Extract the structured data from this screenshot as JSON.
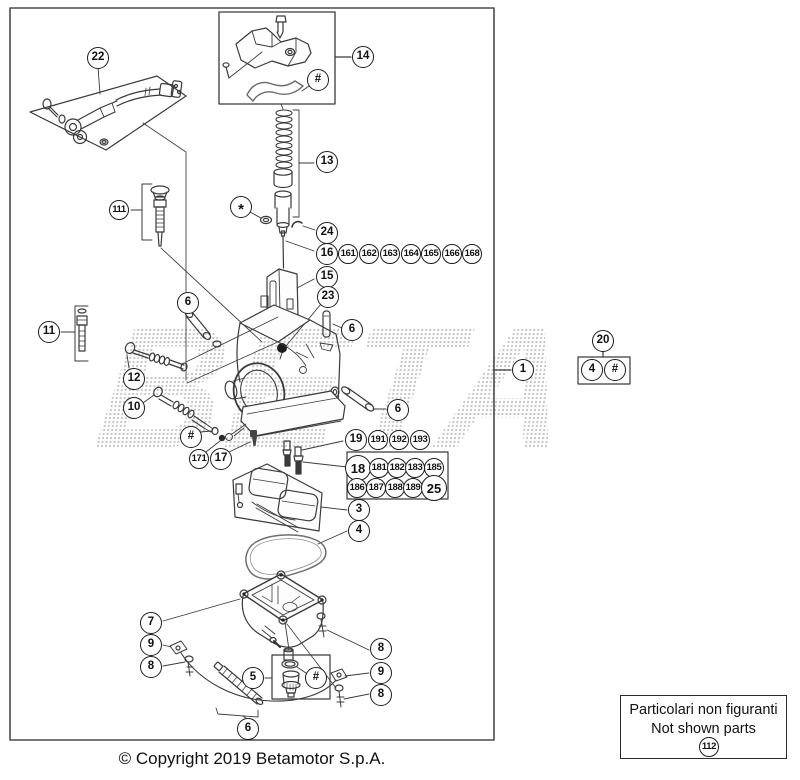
{
  "figure": {
    "watermark": "BETA",
    "copyright": "© Copyright 2019 Betamotor S.p.A.",
    "not_shown": {
      "title_it": "Particolari non figuranti",
      "title_en": "Not shown parts",
      "part": "112"
    }
  },
  "callouts": {
    "c22": "22",
    "c14": "14",
    "c14hash": "#",
    "c13": "13",
    "c111": "111",
    "cstar": "*",
    "c24": "24",
    "c16": "16",
    "c161": "161",
    "c162": "162",
    "c163": "163",
    "c164": "164",
    "c165": "165",
    "c166": "166",
    "c168": "168",
    "c15": "15",
    "c23": "23",
    "c6a": "6",
    "c6b": "6",
    "c6c": "6",
    "c6d": "6",
    "c11": "11",
    "c12": "12",
    "c10": "10",
    "chash_mix": "#",
    "c171": "171",
    "c17": "17",
    "c19": "19",
    "c191": "191",
    "c192": "192",
    "c193": "193",
    "c18": "18",
    "c181": "181",
    "c182": "182",
    "c183": "183",
    "c185": "185",
    "c186": "186",
    "c187": "187",
    "c188": "188",
    "c189": "189",
    "c25": "25",
    "c3": "3",
    "c4": "4",
    "c7": "7",
    "c9a": "9",
    "c8a": "8",
    "c8b": "8",
    "c9b": "9",
    "c8c": "8",
    "c5": "5",
    "chash_drain": "#",
    "c6bottom": "6",
    "c1": "1",
    "c20": "20",
    "c20_4": "4",
    "c20hash": "#",
    "c112": "112"
  }
}
